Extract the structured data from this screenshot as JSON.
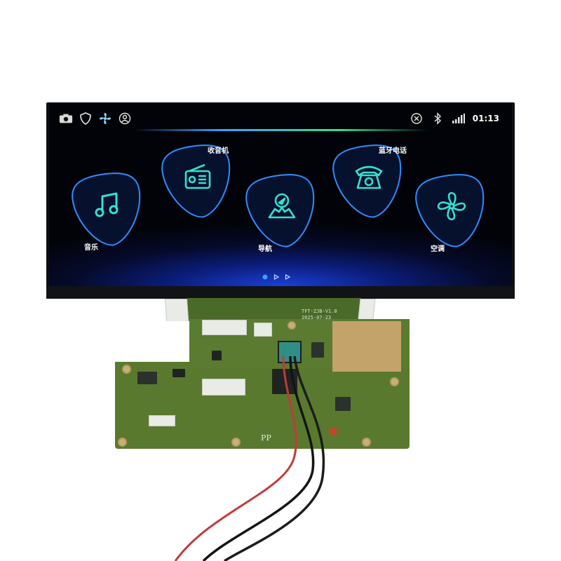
{
  "status_bar": {
    "left_icons": [
      "camera-icon",
      "shield-icon",
      "fan-icon",
      "user-icon"
    ],
    "right_icons": [
      "mute-icon",
      "bluetooth-icon",
      "signal-icon"
    ],
    "time": "01:13"
  },
  "apps": [
    {
      "label": "音乐",
      "icon": "music-note-icon"
    },
    {
      "label": "收音机",
      "icon": "radio-icon"
    },
    {
      "label": "导航",
      "icon": "navigation-icon"
    },
    {
      "label": "蓝牙电话",
      "icon": "phone-icon"
    },
    {
      "label": "空调",
      "icon": "fan-icon"
    }
  ],
  "pager": {
    "pages": 3,
    "active": 0
  },
  "board": {
    "silk_id": "TFT-ZJB-V1.0",
    "silk_date": "2025-07-23",
    "silk_pp": "PP"
  },
  "colors": {
    "accent_blue": "#3aa0ff",
    "accent_green": "#35e08a",
    "icon_glow": "#33e0e8"
  }
}
